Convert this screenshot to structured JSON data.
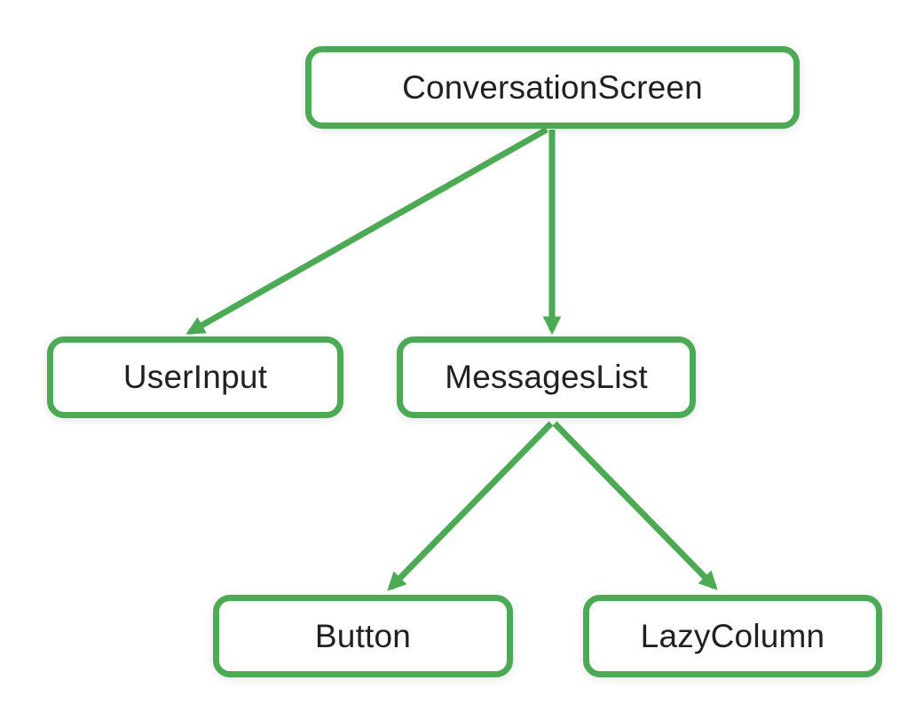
{
  "colors": {
    "accent": "#4caa55",
    "node_fill": "#ffffff",
    "text": "#202124",
    "background": "#ffffff"
  },
  "diagram": {
    "type": "tree",
    "nodes": [
      {
        "id": "ConversationScreen",
        "label": "ConversationScreen"
      },
      {
        "id": "UserInput",
        "label": "UserInput"
      },
      {
        "id": "MessagesList",
        "label": "MessagesList"
      },
      {
        "id": "Button",
        "label": "Button"
      },
      {
        "id": "LazyColumn",
        "label": "LazyColumn"
      }
    ],
    "edges": [
      {
        "from": "ConversationScreen",
        "to": "UserInput"
      },
      {
        "from": "ConversationScreen",
        "to": "MessagesList"
      },
      {
        "from": "MessagesList",
        "to": "Button"
      },
      {
        "from": "MessagesList",
        "to": "LazyColumn"
      }
    ]
  }
}
